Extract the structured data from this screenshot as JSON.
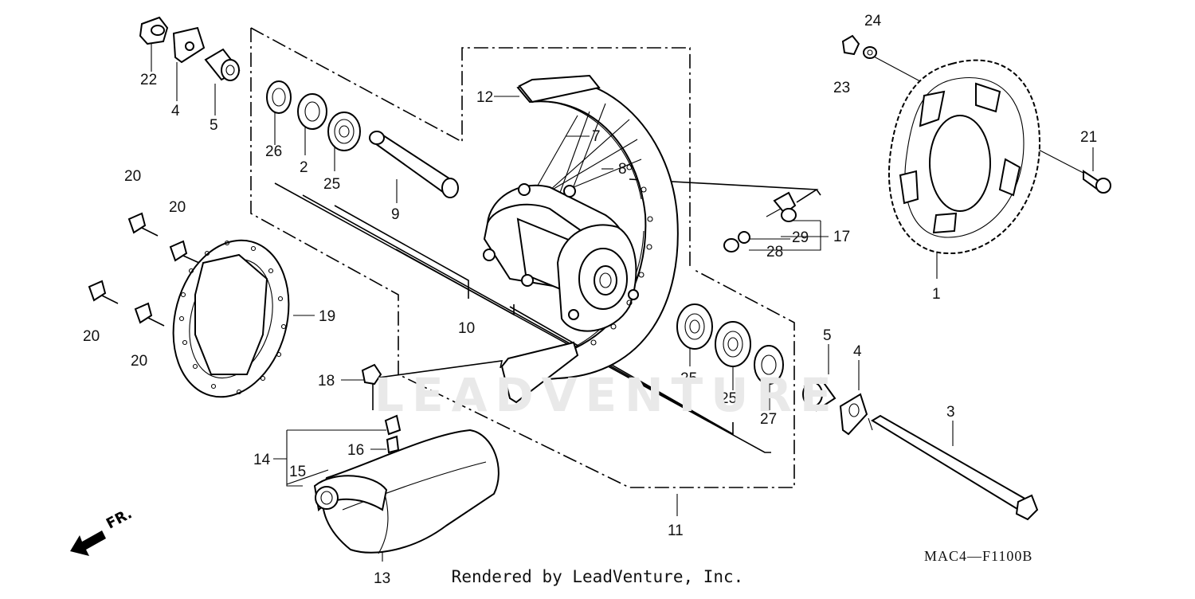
{
  "diagram": {
    "code": "MAC4—F1100B",
    "credit": "Rendered by LeadVenture, Inc.",
    "watermark": "LEADVENTURE",
    "front_label": "FR.",
    "callouts": {
      "c1": "1",
      "c2": "2",
      "c3": "3",
      "c4a": "4",
      "c4b": "4",
      "c5a": "5",
      "c5b": "5",
      "c7": "7",
      "c8": "8",
      "c9": "9",
      "c10": "10",
      "c11": "11",
      "c12": "12",
      "c13": "13",
      "c14": "14",
      "c15": "15",
      "c16": "16",
      "c17": "17",
      "c18": "18",
      "c19": "19",
      "c20a": "20",
      "c20b": "20",
      "c20c": "20",
      "c20d": "20",
      "c21": "21",
      "c22": "22",
      "c23": "23",
      "c24": "24",
      "c25a": "25",
      "c25b": "25",
      "c25c": "25",
      "c26": "26",
      "c27": "27",
      "c28": "28",
      "c29": "29"
    }
  }
}
